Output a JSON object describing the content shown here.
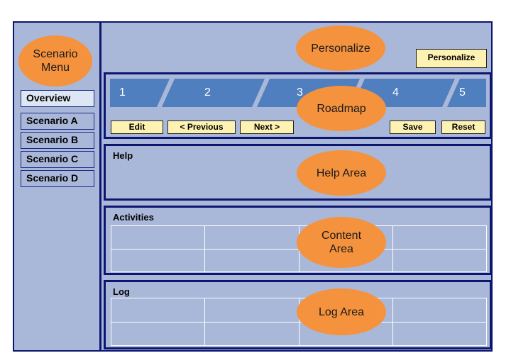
{
  "sidebar": {
    "oval_label": "Scenario\nMenu",
    "items": [
      {
        "label": "Overview",
        "selected": true
      },
      {
        "label": "Scenario A",
        "selected": false
      },
      {
        "label": "Scenario B",
        "selected": false
      },
      {
        "label": "Scenario C",
        "selected": false
      },
      {
        "label": "Scenario D",
        "selected": false
      }
    ]
  },
  "header": {
    "oval_label": "Personalize",
    "personalize_button": "Personalize"
  },
  "roadmap": {
    "oval_label": "Roadmap",
    "steps": [
      "1",
      "2",
      "3",
      "4",
      "5"
    ],
    "buttons": {
      "edit": "Edit",
      "previous": "< Previous",
      "next": "Next >",
      "save": "Save",
      "reset": "Reset"
    }
  },
  "help": {
    "title": "Help",
    "oval_label": "Help Area"
  },
  "activities": {
    "title": "Activities",
    "oval_label": "Content\nArea"
  },
  "log": {
    "title": "Log",
    "oval_label": "Log Area"
  },
  "colors": {
    "background": "#a9b7d8",
    "border": "#0c1670",
    "oval": "#f5923e",
    "button": "#fdf2b1",
    "roadmap": "#4f7fbf"
  }
}
